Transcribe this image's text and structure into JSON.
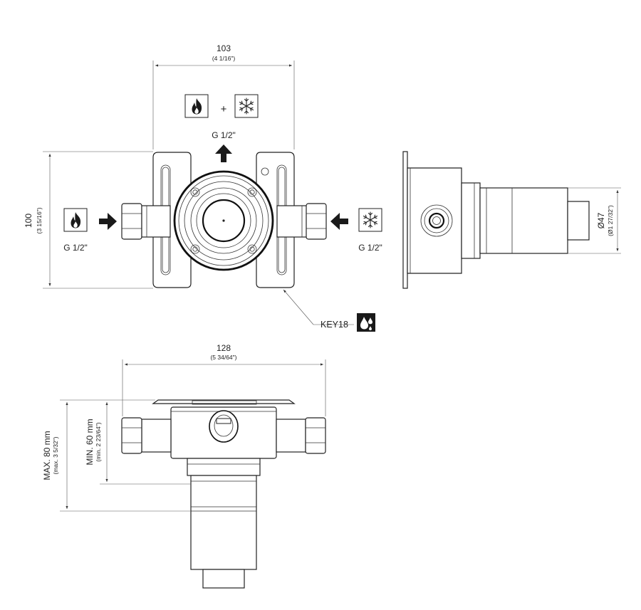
{
  "front_view": {
    "width_dim": {
      "value": "103",
      "imperial": "(4 1/16\")"
    },
    "height_dim": {
      "value": "100",
      "imperial": "(3 15/16\")"
    },
    "top_outlet": {
      "thread": "G 1/2\"",
      "plus": "+",
      "icons": [
        "flame-icon",
        "snowflake-icon"
      ]
    },
    "left_inlet": {
      "thread": "G 1/2\"",
      "icon": "flame-icon"
    },
    "right_inlet": {
      "thread": "G 1/2\"",
      "icon": "snowflake-icon"
    },
    "key": {
      "label": "KEY18",
      "icon": "water-drops-icon"
    }
  },
  "side_view": {
    "diameter_dim": {
      "value": "Ø47",
      "imperial": "(Ø1 27/32\")"
    }
  },
  "bottom_view": {
    "width_dim": {
      "value": "128",
      "imperial": "(5 34/64\")"
    },
    "min_depth": {
      "value": "MIN. 60 mm",
      "imperial": "(min. 2 23/64\")"
    },
    "max_depth": {
      "value": "MAX. 80 mm",
      "imperial": "(max. 3 5/32\")"
    }
  },
  "colors": {
    "line": "#222222",
    "icon_fill": "#1a1a1a",
    "background": "#ffffff"
  }
}
